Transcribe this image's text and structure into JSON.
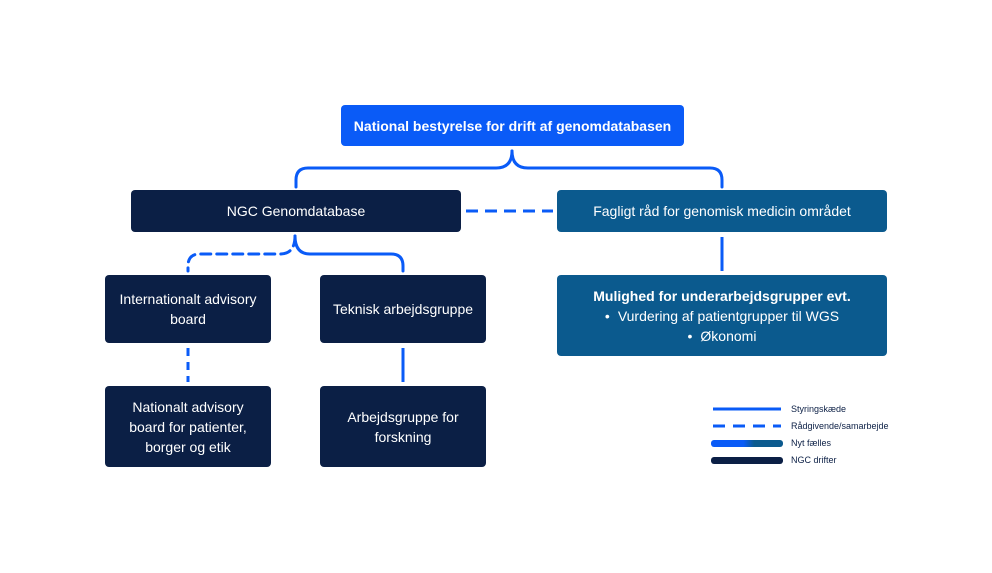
{
  "diagram": {
    "nodes": {
      "board": "National bestyrelse for drift af genomdatabasen",
      "ngc": "NGC Genomdatabase",
      "faglig": "Fagligt råd for genomisk medicin området",
      "intl_advisory": "Internationalt advisory board",
      "teknisk": "Teknisk arbejdsgruppe",
      "national_advisory": "Nationalt advisory board for patienter, borger og etik",
      "forskning": "Arbejdsgruppe for forskning",
      "mulighed": {
        "title": "Mulighed for underarbejdsgrupper evt.",
        "items": [
          "Vurdering af patientgrupper til WGS",
          "Økonomi"
        ]
      }
    },
    "edges": [
      {
        "from": "board",
        "to": "ngc",
        "type": "Styringskæde"
      },
      {
        "from": "board",
        "to": "faglig",
        "type": "Styringskæde"
      },
      {
        "from": "ngc",
        "to": "faglig",
        "type": "Rådgivende/samarbejde"
      },
      {
        "from": "ngc",
        "to": "intl_advisory",
        "type": "Rådgivende/samarbejde"
      },
      {
        "from": "ngc",
        "to": "teknisk",
        "type": "Styringskæde"
      },
      {
        "from": "intl_advisory",
        "to": "national_advisory",
        "type": "Rådgivende/samarbejde"
      },
      {
        "from": "teknisk",
        "to": "forskning",
        "type": "Styringskæde"
      },
      {
        "from": "faglig",
        "to": "mulighed",
        "type": "Styringskæde"
      }
    ],
    "legend": [
      {
        "label": "Styringskæde",
        "style": "solid-line"
      },
      {
        "label": "Rådgivende/samarbejde",
        "style": "dashed-line"
      },
      {
        "label": "Nyt fælles",
        "style": "gradient-bar"
      },
      {
        "label": "NGC drifter",
        "style": "navy-bar"
      }
    ],
    "colors": {
      "bright_blue": "#0a5bf7",
      "navy": "#0b1f45",
      "teal": "#0b5a8e",
      "connector": "#0a5bf7"
    }
  }
}
